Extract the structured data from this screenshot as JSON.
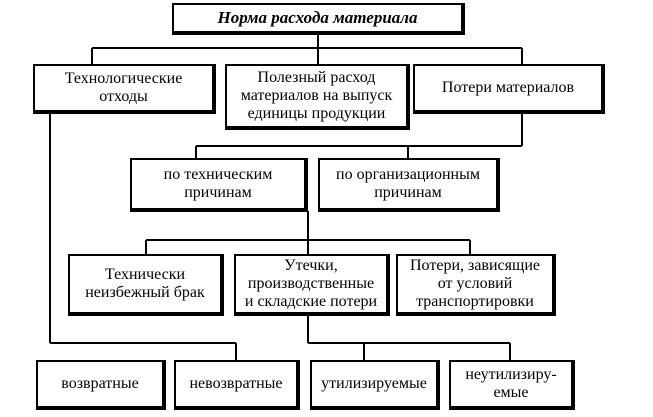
{
  "diagram": {
    "root": "Норма расхода материала",
    "level1": {
      "tech_waste": "Технологические\nотходы",
      "useful": "Полезный расход\nматериалов на выпуск\nединицы продукции",
      "losses": "Потери материалов"
    },
    "level2": {
      "technical": "по техническим\nпричинам",
      "organizational": "по организационным\nпричинам"
    },
    "level3": {
      "defect": "Технически\nнеизбежный брак",
      "leaks": "Утечки,\nпроизводственные\nи складские потери",
      "transport": "Потери, зависящие\nот условий\nтранспортировки"
    },
    "level4": {
      "returnable": "возвратные",
      "nonreturnable": "невозвратные",
      "utilizable": "утилизируемые",
      "nonutilizable": "неутилизиру-\nемые"
    }
  }
}
